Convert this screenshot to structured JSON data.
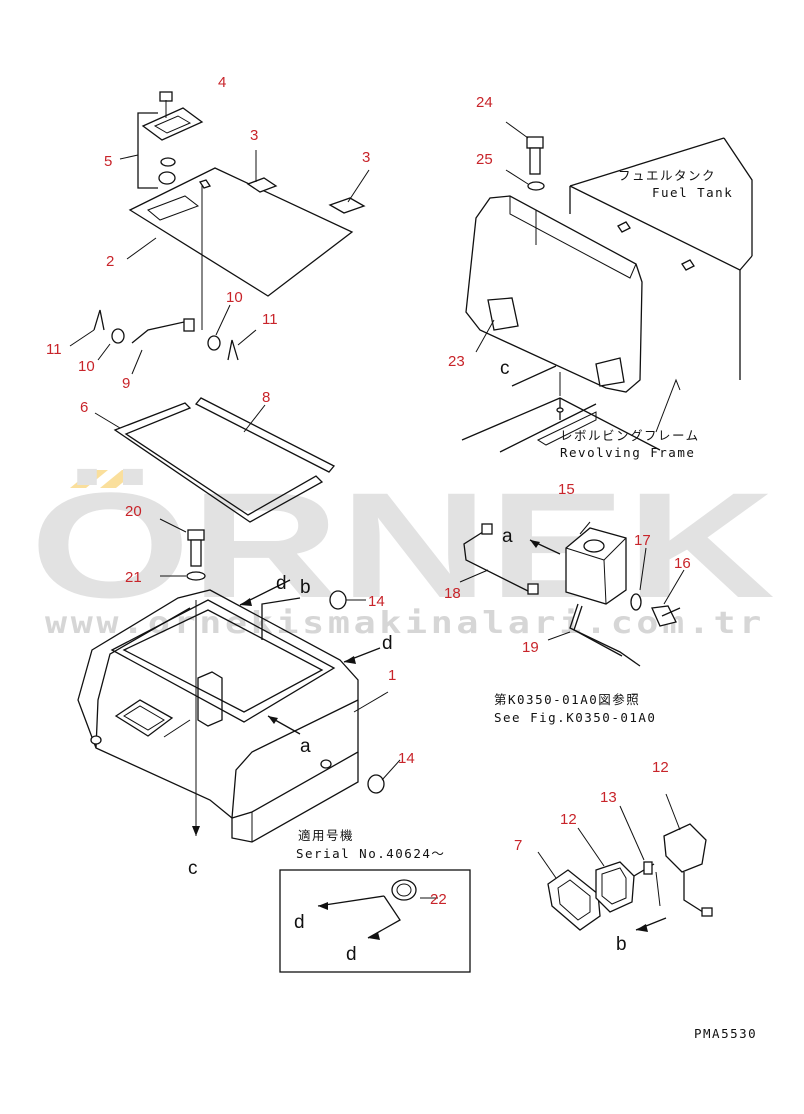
{
  "watermark": {
    "brand": "ÖRNEK",
    "url": "www.ornekismakinalari.com.tr"
  },
  "part_numbers": {
    "p1": "1",
    "p2": "2",
    "p3a": "3",
    "p3b": "3",
    "p4": "4",
    "p5": "5",
    "p6": "6",
    "p7": "7",
    "p8": "8",
    "p9": "9",
    "p10a": "10",
    "p10b": "10",
    "p11a": "11",
    "p11b": "11",
    "p12a": "12",
    "p12b": "12",
    "p13": "13",
    "p14a": "14",
    "p14b": "14",
    "p15": "15",
    "p16": "16",
    "p17": "17",
    "p18": "18",
    "p19": "19",
    "p20": "20",
    "p21": "21",
    "p22": "22",
    "p23": "23",
    "p24": "24",
    "p25": "25"
  },
  "connection_letters": {
    "a1": "a",
    "a2": "a",
    "b1": "b",
    "b2": "b",
    "c1": "c",
    "c2": "c",
    "d1": "d",
    "d2": "d",
    "d3": "d",
    "d4": "d"
  },
  "labels": {
    "fuel_tank_jp": "フュエルタンク",
    "fuel_tank_en": "Fuel Tank",
    "revolving_frame_jp": "レボルビングフレーム",
    "revolving_frame_en": "Revolving Frame",
    "see_fig_jp": "第K0350-01A0図参照",
    "see_fig_en": "See Fig.K0350-01A0",
    "serial_jp": "適用号機",
    "serial_en": "Serial No.40624～",
    "drawing_code": "PMA5530"
  },
  "colors": {
    "part_number": "#c8242a",
    "line": "#111111",
    "watermark": "#e2e2e2"
  }
}
